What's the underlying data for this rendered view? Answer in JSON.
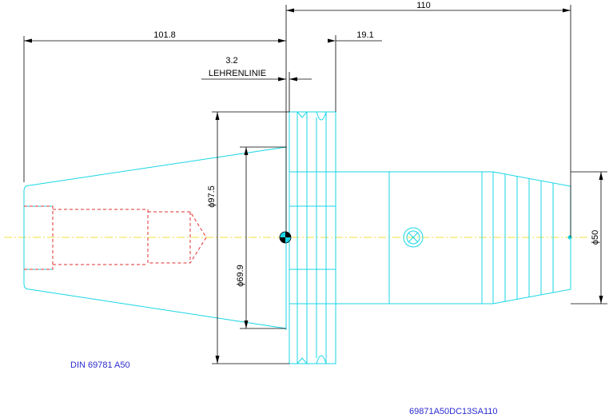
{
  "dimensions": {
    "total_length": "110",
    "taper_length": "101.8",
    "flange_width": "19.1",
    "gauge_offset": "3.2",
    "gauge_line_label": "LEHRENLINIE",
    "flange_diameter": "ϕ97.5",
    "gauge_diameter": "ϕ69.9",
    "shank_diameter": "ϕ50"
  },
  "labels": {
    "standard": "DIN 69781 A50",
    "part_number": "69871A50DC13SA110"
  },
  "colors": {
    "outline": "#19d6e6",
    "hidden": "#e03030",
    "centerline": "#f0e040",
    "dimension": "#000000",
    "text_blue": "#2b2bd0"
  }
}
